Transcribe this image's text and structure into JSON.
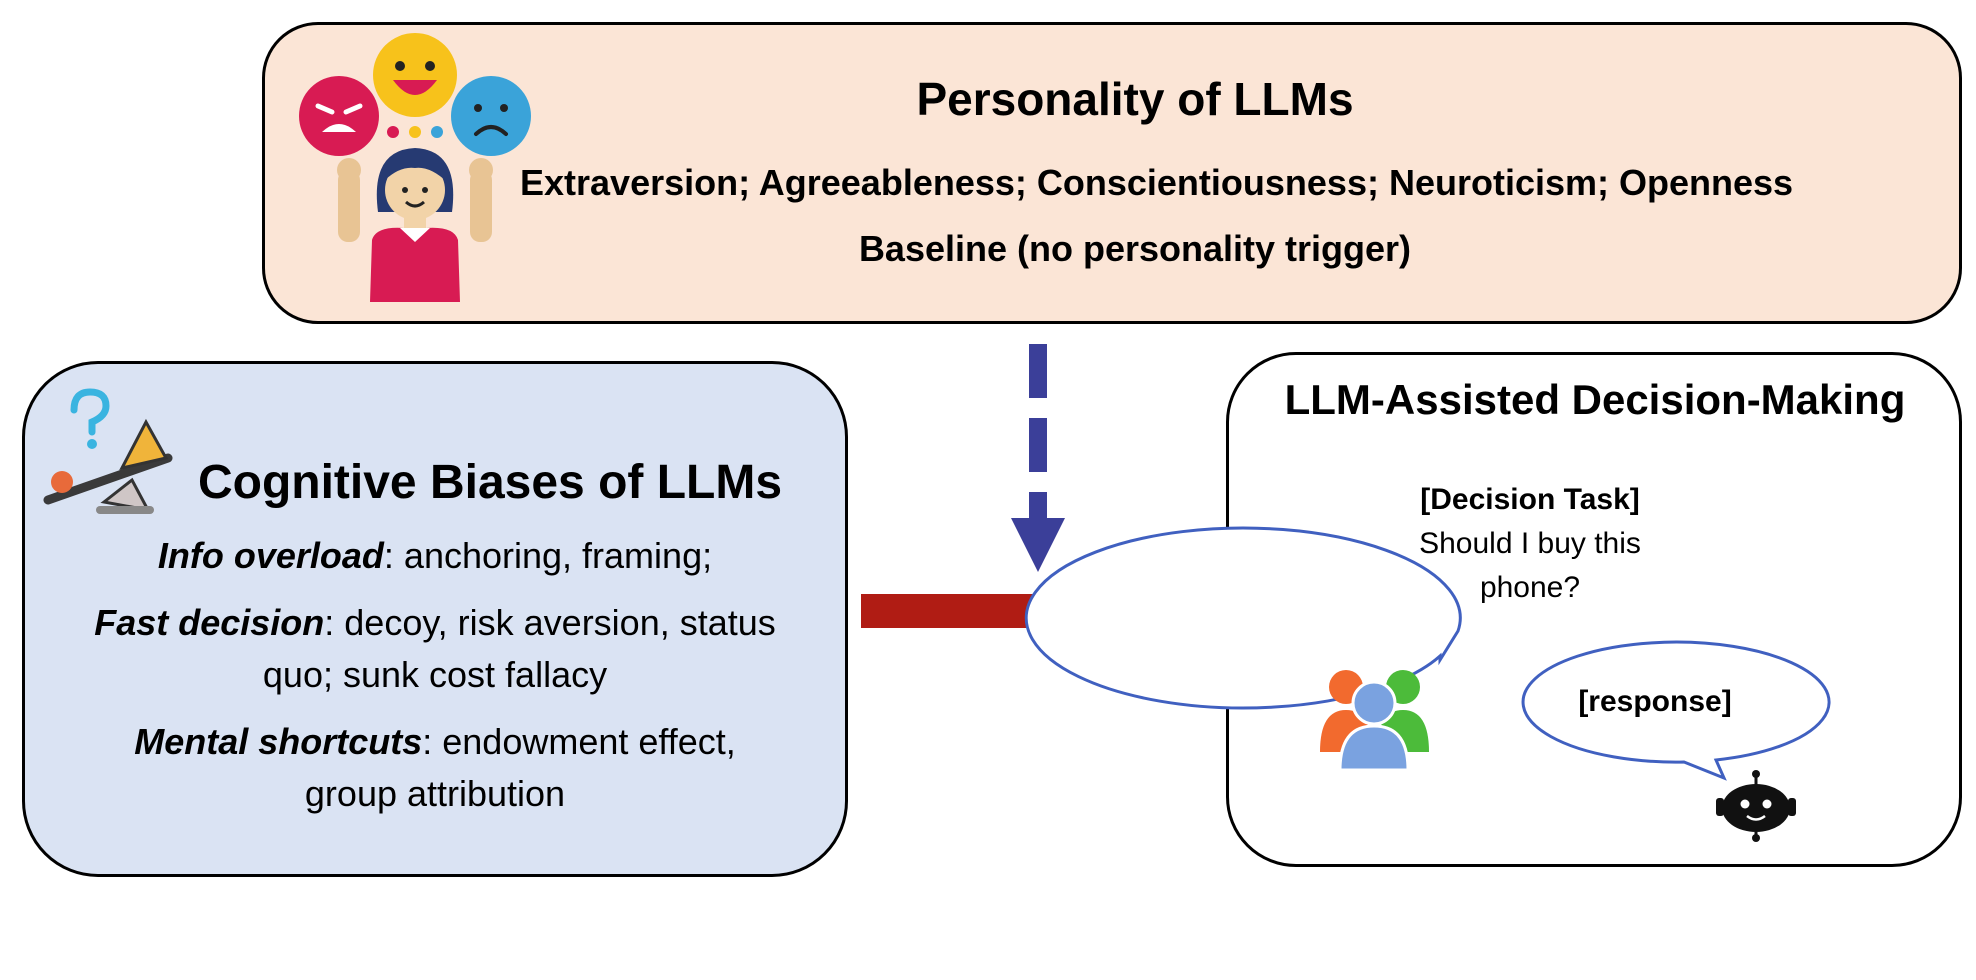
{
  "personality": {
    "title": "Personality of LLMs",
    "traits": "Extraversion; Agreeableness; Conscientiousness; Neuroticism; Openness",
    "baseline": "Baseline (no personality trigger)"
  },
  "biases": {
    "title": "Cognitive Biases of LLMs",
    "groups": [
      {
        "label": "Info overload",
        "text": ": anchoring, framing;",
        "cont": ""
      },
      {
        "label": "Fast decision",
        "text": ": decoy, risk aversion, status",
        "cont": "quo; sunk cost fallacy"
      },
      {
        "label": "Mental shortcuts",
        "text": ": endowment effect,",
        "cont": "group attribution"
      }
    ]
  },
  "decision": {
    "title": "LLM-Assisted Decision-Making",
    "task_label": "[Decision Task]",
    "task_line1": "Should I buy this",
    "task_line2": "phone?",
    "response": "[response]"
  },
  "colors": {
    "personality_fill": "#fbe5d6",
    "biases_fill": "#dae3f3",
    "dashed_arrow": "#3b3f99",
    "solid_arrow": "#b01c14",
    "bubble_outline": "#4060c0"
  },
  "icons": [
    "emotions-girl-icon",
    "question-seesaw-icon",
    "users-group-icon",
    "robot-icon"
  ]
}
